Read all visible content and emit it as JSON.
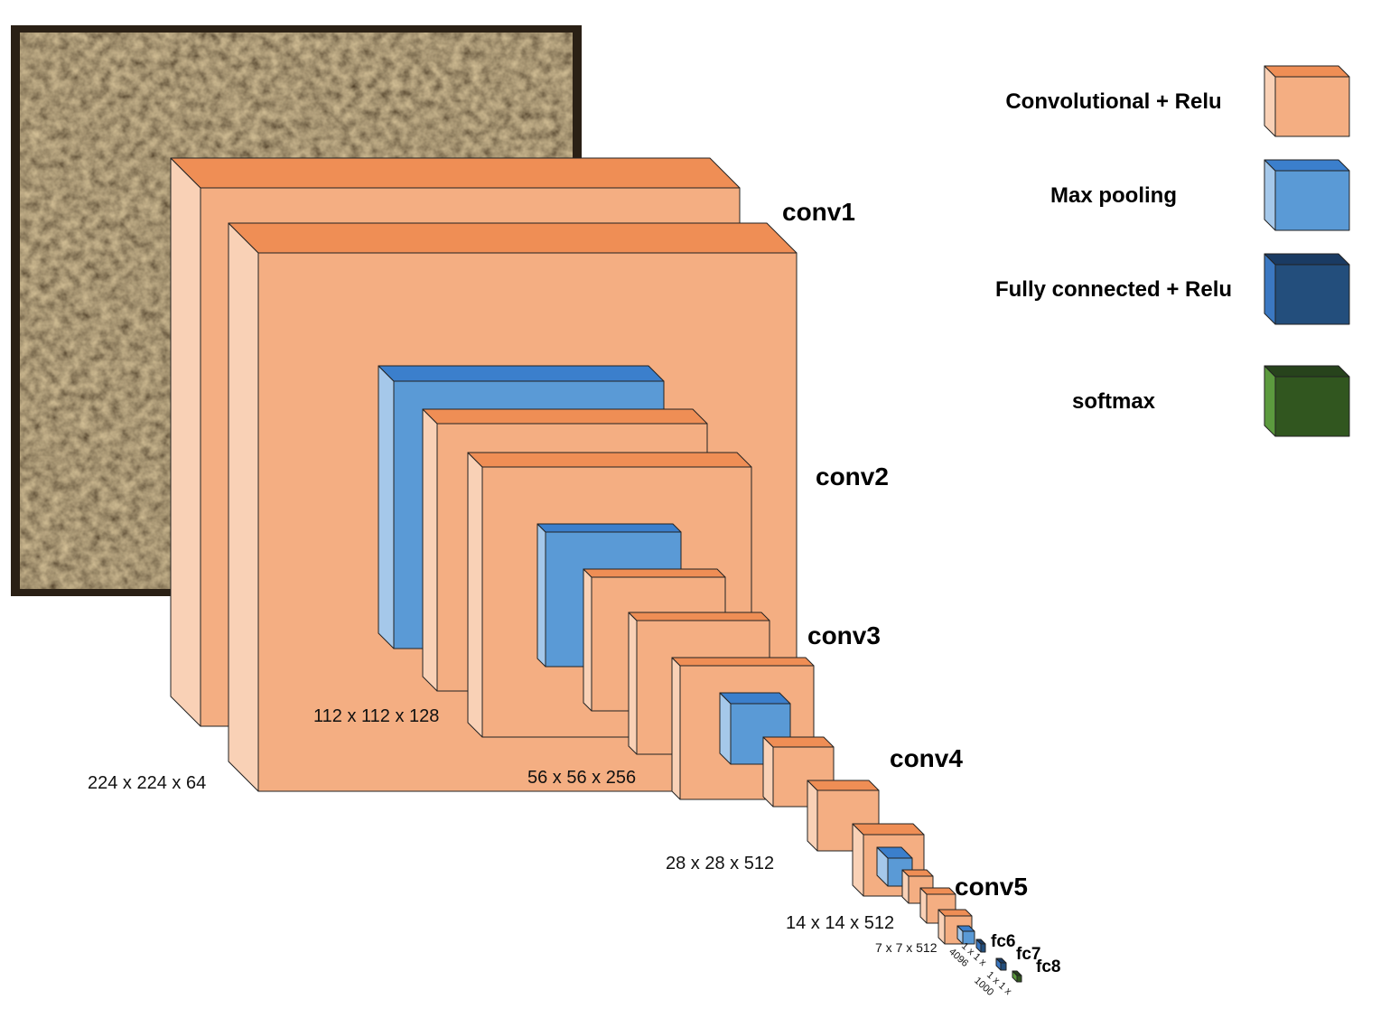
{
  "input_image": {
    "description_icon": "texture-image",
    "colors": {
      "dark": "#2a2015",
      "mid": "#7a6540",
      "light": "#b09a6a"
    }
  },
  "colors": {
    "conv": {
      "top": "#ef8e55",
      "front": "#f4ae82",
      "side": "#f9d1b6"
    },
    "pool": {
      "top": "#3b7fcc",
      "front": "#5a9ad6",
      "side": "#a5c8ea"
    },
    "fc": {
      "top": "#1a3b63",
      "front": "#234e7c",
      "side": "#3b78c2"
    },
    "softmax": {
      "top": "#27431c",
      "front": "#31561f",
      "side": "#5c9a3e"
    }
  },
  "stages": {
    "conv1": "conv1",
    "conv2": "conv2",
    "conv3": "conv3",
    "conv4": "conv4",
    "conv5": "conv5",
    "fc6": "fc6",
    "fc7": "fc7",
    "fc8": "fc8"
  },
  "dims": {
    "d224": "224 x 224 x 64",
    "d112": "112 x 112 x 128",
    "d56": "56 x 56 x 256",
    "d28": "28 x 28 x 512",
    "d14": "14 x 14 x 512",
    "d7": "7 x 7 x 512",
    "fc_a_1": "1 x 1 x",
    "fc_a_2": "4096",
    "fc_b_1": "1 x 1 x",
    "fc_b_2": "1000"
  },
  "legend": {
    "items": [
      {
        "label": "Convolutional + Relu",
        "kind": "conv"
      },
      {
        "label": "Max pooling",
        "kind": "pool"
      },
      {
        "label": "Fully connected + Relu",
        "kind": "fc"
      },
      {
        "label": "softmax",
        "kind": "softmax"
      }
    ]
  }
}
